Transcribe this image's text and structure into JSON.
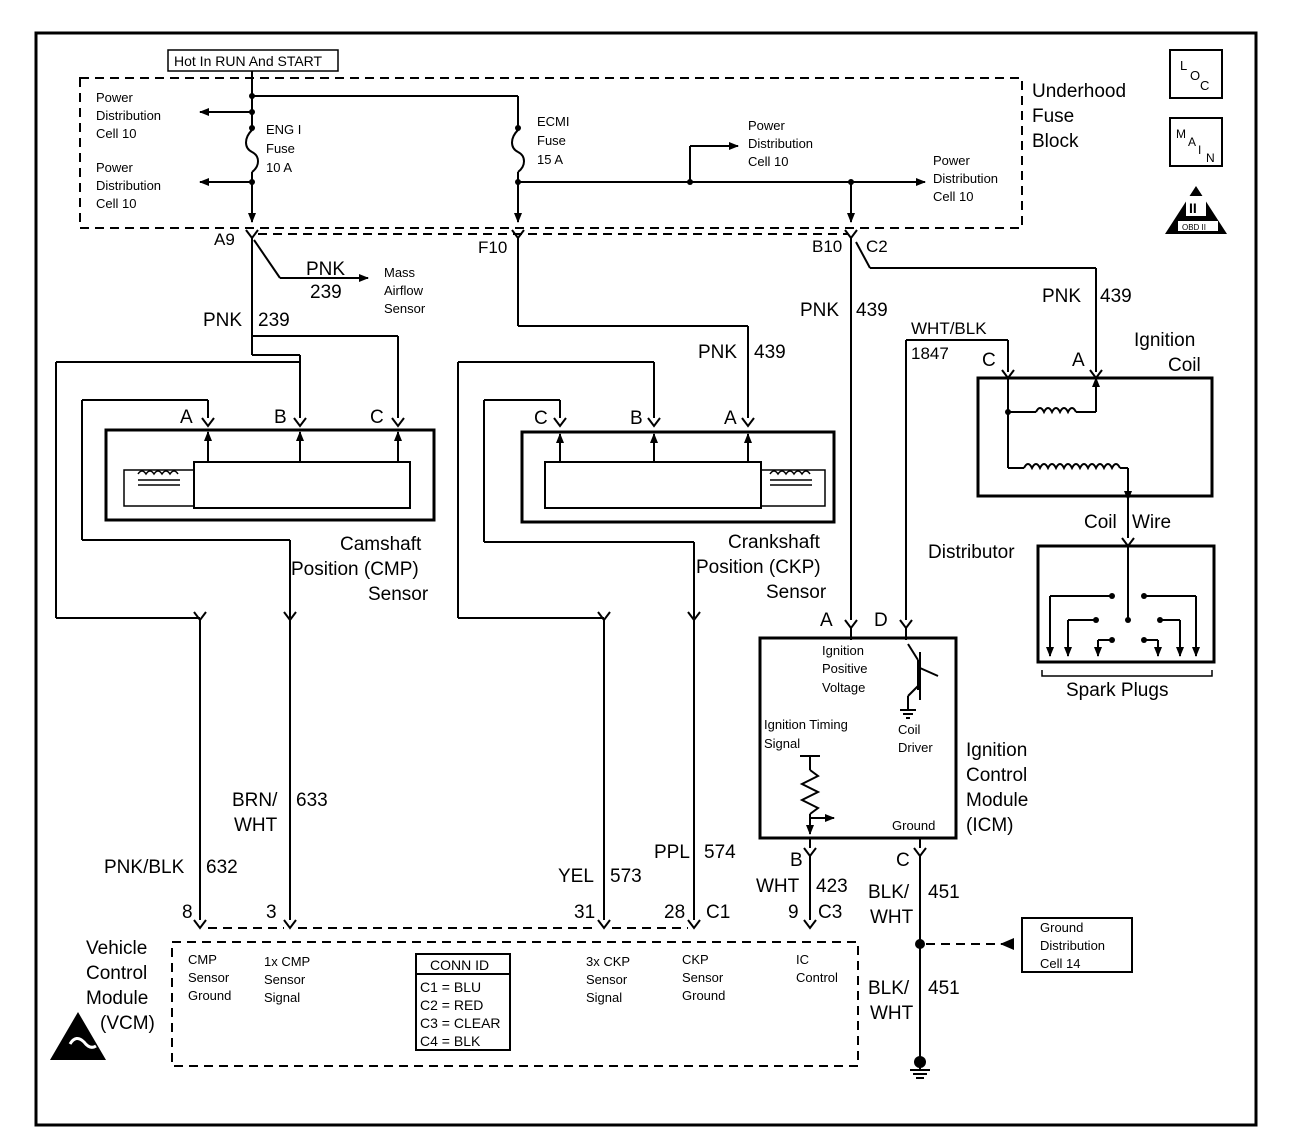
{
  "header": {
    "hot_label": "Hot In RUN And START"
  },
  "fuse_block": {
    "name": [
      "Underhood",
      "Fuse",
      "Block"
    ],
    "pd_left_top": [
      "Power",
      "Distribution",
      "Cell 10"
    ],
    "pd_left_bottom": [
      "Power",
      "Distribution",
      "Cell 10"
    ],
    "fuse1": [
      "ENG I",
      "Fuse",
      "10 A"
    ],
    "fuse2": [
      "ECMI",
      "Fuse",
      "15 A"
    ],
    "pd_mid": [
      "Power",
      "Distribution",
      "Cell 10"
    ],
    "pd_right": [
      "Power",
      "Distribution",
      "Cell 10"
    ]
  },
  "icons": {
    "loc": [
      "L",
      "O",
      "C"
    ],
    "main": [
      "M",
      "A",
      "I",
      "N"
    ],
    "obd": [
      "II",
      "OBD II"
    ]
  },
  "connectors": {
    "a9": "A9",
    "f10": "F10",
    "b10": "B10",
    "c2": "C2"
  },
  "wires": {
    "pnk": "PNK",
    "n239": "239",
    "n439": "439",
    "whtblk": "WHT/BLK",
    "n1847": "1847",
    "brn": "BRN/",
    "wht": "WHT",
    "n633": "633",
    "pnkblk": "PNK/BLK",
    "n632": "632",
    "yel": "YEL",
    "n573": "573",
    "ppl": "PPL",
    "n574": "574",
    "n423": "423",
    "blk": "BLK/",
    "n451": "451"
  },
  "maf": [
    "Mass",
    "Airflow",
    "Sensor"
  ],
  "pins": {
    "a": "A",
    "b": "B",
    "c": "C",
    "d": "D"
  },
  "cmp": [
    "Camshaft",
    "Position (CMP)",
    "Sensor"
  ],
  "ckp": [
    "Crankshaft",
    "Position (CKP)",
    "Sensor"
  ],
  "coil": [
    "Ignition",
    "Coil"
  ],
  "distributor": {
    "label": "Distributor",
    "coil_wire": [
      "Coil",
      "Wire"
    ],
    "plugs": "Spark Plugs"
  },
  "icm": {
    "name": [
      "Ignition",
      "Control",
      "Module",
      "(ICM)"
    ],
    "ipv": [
      "Ignition",
      "Positive",
      "Voltage"
    ],
    "its": [
      "Ignition Timing",
      "Signal"
    ],
    "coil_driver": [
      "Coil",
      "Driver"
    ],
    "ground": "Ground"
  },
  "vcm": {
    "name": [
      "Vehicle",
      "Control",
      "Module",
      "(VCM)"
    ],
    "pins": {
      "p8": "8",
      "p3": "3",
      "p31": "31",
      "p28": "28",
      "c1": "C1",
      "p9": "9",
      "c3": "C3"
    },
    "cmp_ground": [
      "CMP",
      "Sensor",
      "Ground"
    ],
    "cmp_signal": [
      "1x CMP",
      "Sensor",
      "Signal"
    ],
    "ckp_signal": [
      "3x CKP",
      "Sensor",
      "Signal"
    ],
    "ckp_ground": [
      "CKP",
      "Sensor",
      "Ground"
    ],
    "ic_control": [
      "IC",
      "Control"
    ]
  },
  "conn_id": {
    "title": "CONN ID",
    "rows": [
      "C1 = BLU",
      "C2 = RED",
      "C3 = CLEAR",
      "C4 = BLK"
    ]
  },
  "ground_dist": [
    "Ground",
    "Distribution",
    "Cell 14"
  ]
}
